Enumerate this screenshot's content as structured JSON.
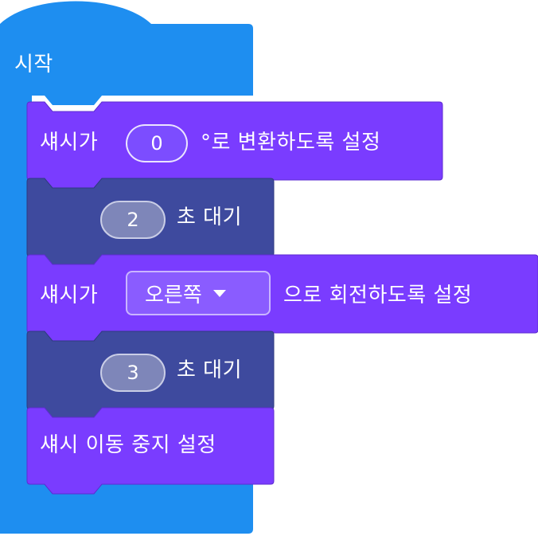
{
  "start_block": {
    "label": "시작",
    "color": "#1e8ef0"
  },
  "colors": {
    "chassis": "#7a3cff",
    "control": "#3e4a9e"
  },
  "blocks": [
    {
      "kind": "chassis",
      "prefix": "섀시가",
      "value": "0",
      "suffix": "°로 변환하도록 설정"
    },
    {
      "kind": "control",
      "value": "2",
      "suffix": "초 대기"
    },
    {
      "kind": "chassis",
      "prefix": "섀시가",
      "dropdown": "오른쪽",
      "suffix": "으로 회전하도록 설정"
    },
    {
      "kind": "control",
      "value": "3",
      "suffix": "초 대기"
    },
    {
      "kind": "chassis",
      "label": "섀시 이동 중지 설정"
    }
  ]
}
